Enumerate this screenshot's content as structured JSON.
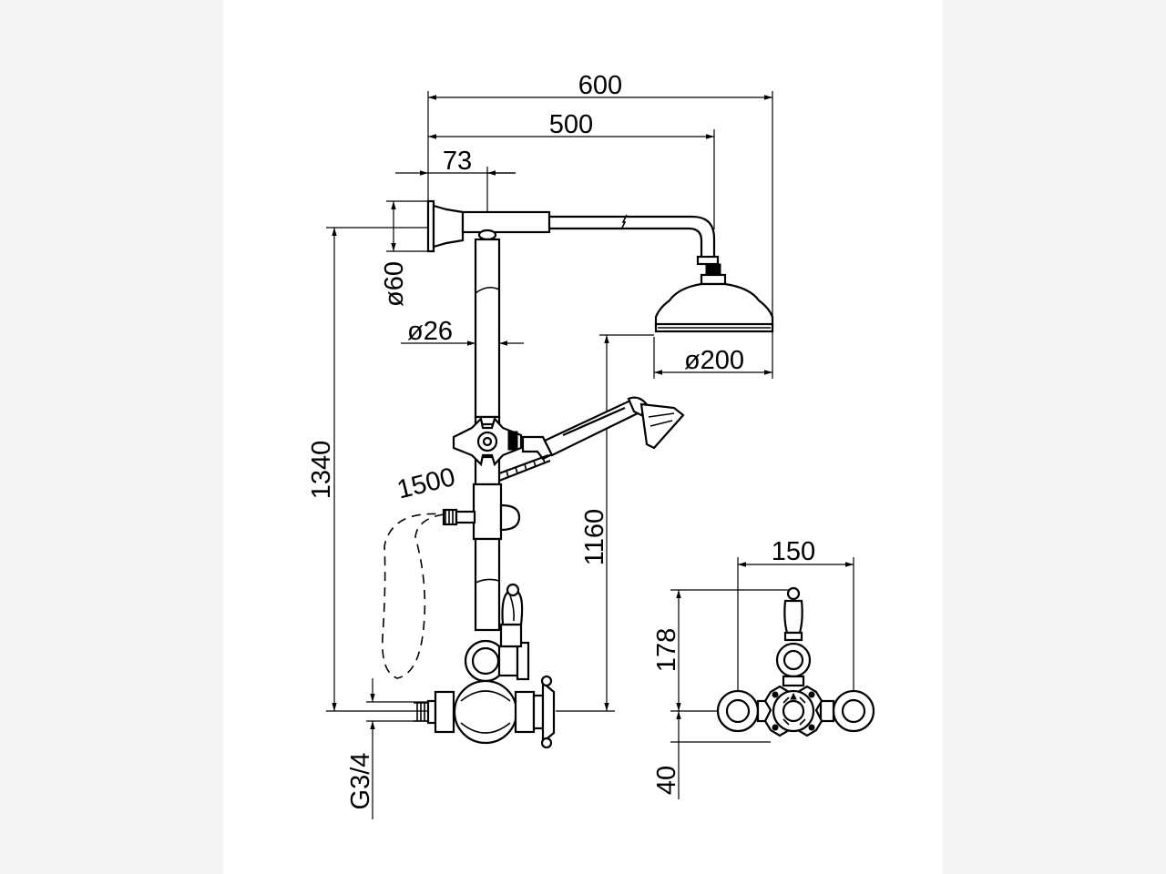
{
  "dimensions": {
    "total_width": "600",
    "arm_length": "500",
    "wall_offset": "73",
    "flange_diameter": "ø60",
    "riser_diameter": "ø26",
    "head_diameter": "ø200",
    "total_height": "1340",
    "head_height": "1160",
    "hose_length": "1500",
    "valve_centres": "150",
    "valve_height": "178",
    "valve_base": "40",
    "inlet_thread": "G3/4"
  },
  "colors": {
    "line": "#000000",
    "sheet": "#ffffff",
    "margin": "#f4f4f4"
  }
}
